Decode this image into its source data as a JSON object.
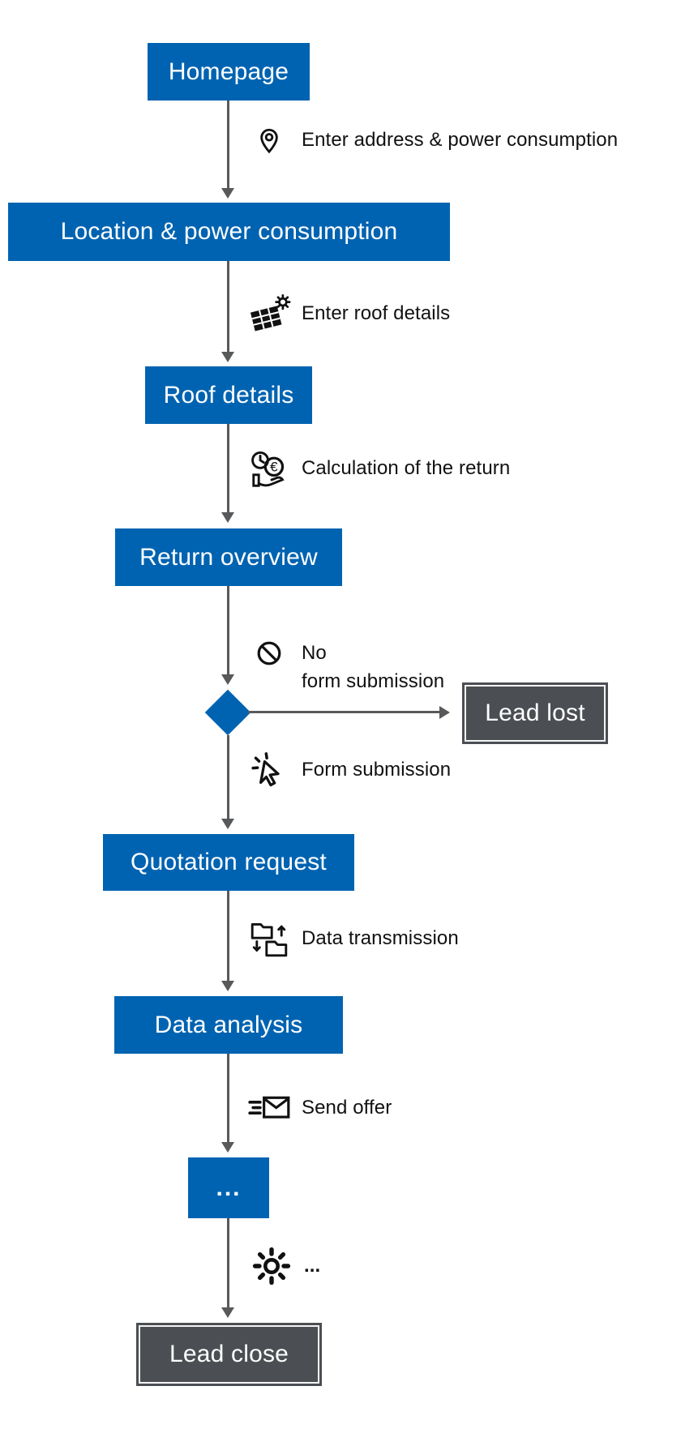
{
  "diagram": {
    "type": "flowchart",
    "colors": {
      "process_blue": "#0063b1",
      "outcome_dark": "#4b4f53",
      "arrow_gray": "#58595b",
      "label_black": "#111111",
      "node_text_white": "#ffffff"
    },
    "nodes": {
      "homepage": {
        "label": "Homepage",
        "type": "process"
      },
      "location_power": {
        "label": "Location & power consumption",
        "type": "process"
      },
      "roof_details": {
        "label": "Roof details",
        "type": "process"
      },
      "return_overview": {
        "label": "Return overview",
        "type": "process"
      },
      "decision": {
        "label": "",
        "type": "decision"
      },
      "lead_lost": {
        "label": "Lead lost",
        "type": "outcome"
      },
      "quotation_request": {
        "label": "Quotation request",
        "type": "process"
      },
      "data_analysis": {
        "label": "Data analysis",
        "type": "process"
      },
      "more_steps": {
        "label": "...",
        "type": "process"
      },
      "lead_close": {
        "label": "Lead close",
        "type": "outcome"
      }
    },
    "edges": {
      "enter_address": {
        "label": "Enter address & power consumption",
        "icon": "location-pin-icon",
        "from": "homepage",
        "to": "location_power"
      },
      "enter_roof": {
        "label": "Enter roof details",
        "icon": "solar-panel-icon",
        "from": "location_power",
        "to": "roof_details"
      },
      "calculation": {
        "label": "Calculation of the return",
        "icon": "return-calculation-icon",
        "from": "roof_details",
        "to": "return_overview"
      },
      "no_form": {
        "label_line1": "No",
        "label_line2": "form submission",
        "icon": "prohibition-icon",
        "from": "decision",
        "to": "lead_lost"
      },
      "form_submission": {
        "label": "Form submission",
        "icon": "cursor-click-icon",
        "from": "decision",
        "to": "quotation_request"
      },
      "data_transmission": {
        "label": "Data transmission",
        "icon": "folder-transfer-icon",
        "from": "quotation_request",
        "to": "data_analysis"
      },
      "send_offer": {
        "label": "Send offer",
        "icon": "send-mail-icon",
        "from": "data_analysis",
        "to": "more_steps"
      },
      "more": {
        "label": "...",
        "icon": "sun-icon",
        "from": "more_steps",
        "to": "lead_close"
      }
    }
  }
}
